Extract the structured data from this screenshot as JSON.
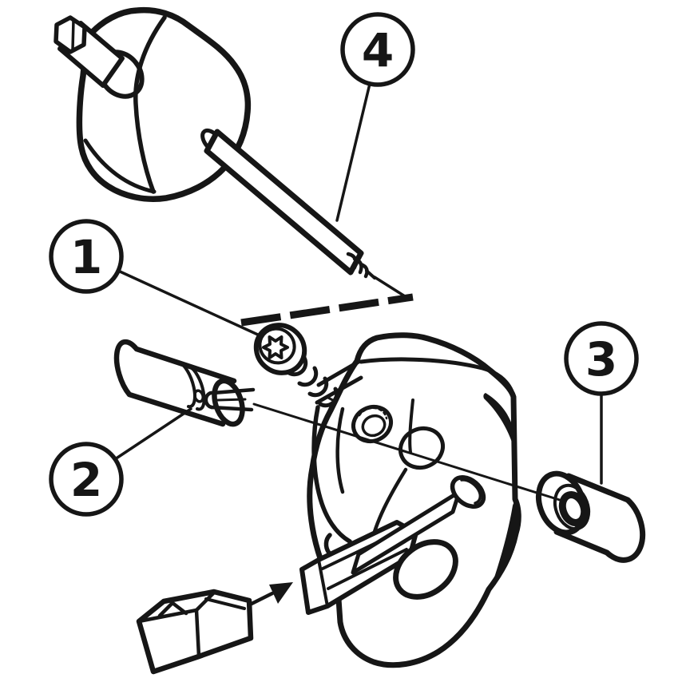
{
  "diagram": {
    "description": "Exploded assembly line drawing with numbered callouts",
    "colors": {
      "background": "#ffffff",
      "line": "#161616"
    },
    "callouts": {
      "c1": "1",
      "c2": "2",
      "c3": "3",
      "c4": "4"
    }
  }
}
